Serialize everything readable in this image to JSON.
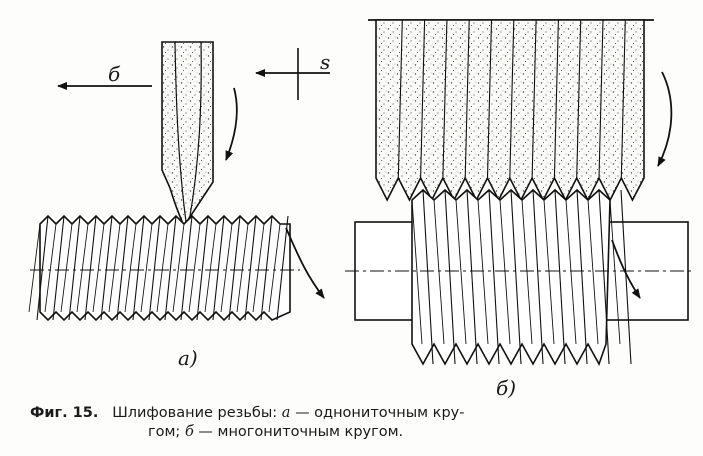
{
  "figure_a": {
    "feed_label": "б",
    "panel_label": "а)"
  },
  "figure_b": {
    "feed_label": "s",
    "panel_label": "б)"
  },
  "caption": {
    "fig_number": "Фиг. 15.",
    "title": "Шлифование резьбы:",
    "item_a_letter": "а",
    "item_a_text": "— однониточным кру-",
    "item_a_text_2": "гом;",
    "item_b_letter": "б",
    "item_b_text": "— многониточным кругом."
  }
}
